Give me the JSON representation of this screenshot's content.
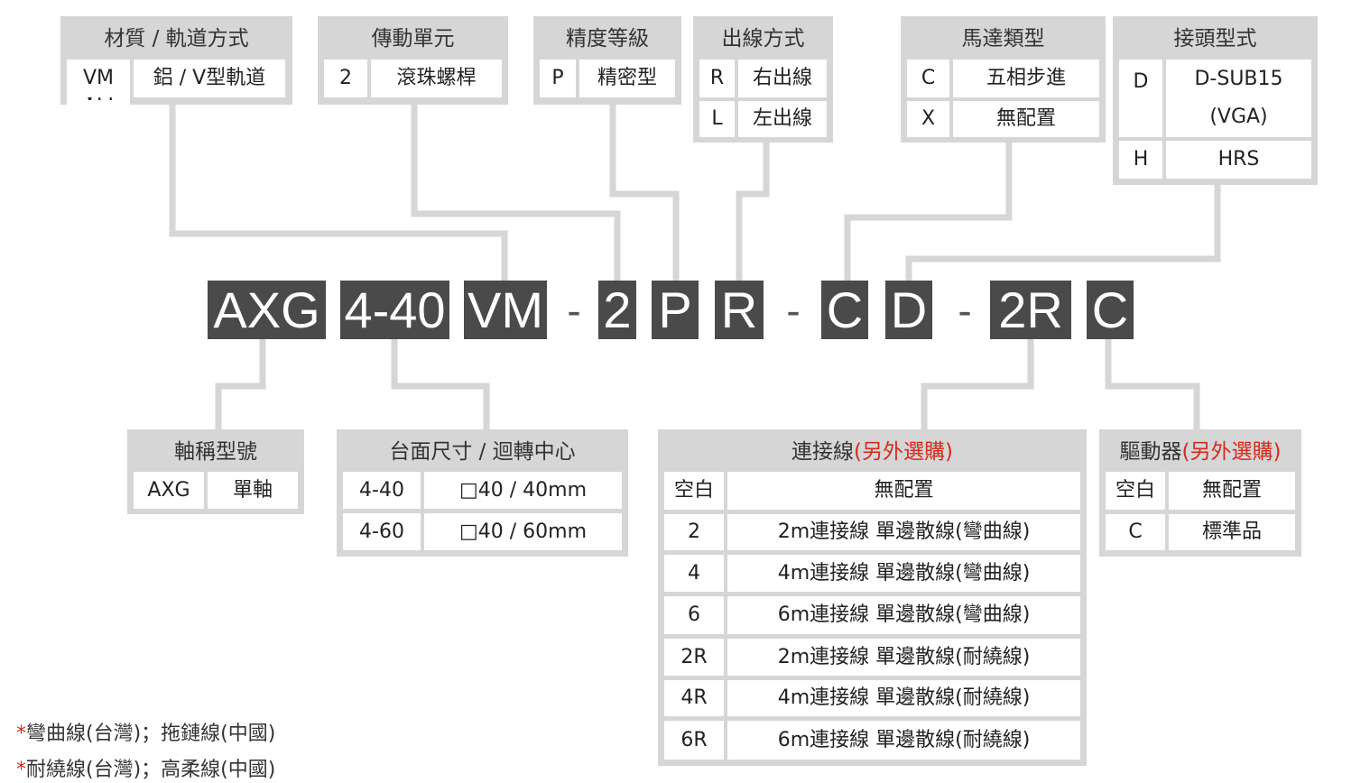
{
  "top_boxes": {
    "material": {
      "title": "材質 / 軌道方式",
      "rows": [
        [
          "VM",
          "鋁 / V型軌道"
        ]
      ]
    },
    "drive": {
      "title": "傳動單元",
      "rows": [
        [
          "2",
          "滾珠螺桿"
        ]
      ]
    },
    "precision": {
      "title": "精度等級",
      "rows": [
        [
          "P",
          "精密型"
        ]
      ]
    },
    "outlet": {
      "title": "出線方式",
      "rows": [
        [
          "R",
          "右出線"
        ],
        [
          "L",
          "左出線"
        ]
      ]
    },
    "motor": {
      "title": "馬達類型",
      "rows": [
        [
          "C",
          "五相步進"
        ],
        [
          "X",
          "無配置"
        ]
      ]
    },
    "connector": {
      "title": "接頭型式",
      "rows": [
        [
          "D",
          "D-SUB15\n(VGA)"
        ],
        [
          "H",
          "HRS"
        ]
      ]
    }
  },
  "model_code": {
    "segments": [
      "AXG",
      "4-40",
      "VM",
      "2",
      "P",
      "R",
      "C",
      "D",
      "2R",
      "C"
    ],
    "separator": "-"
  },
  "bottom_boxes": {
    "axis": {
      "title": "軸稱型號",
      "rows": [
        [
          "AXG",
          "單軸"
        ]
      ]
    },
    "table_size": {
      "title": "台面尺寸 / 迴轉中心",
      "rows": [
        [
          "4-40",
          "□40 / 40mm"
        ],
        [
          "4-60",
          "□40 / 60mm"
        ]
      ]
    },
    "cable": {
      "title": "連接線",
      "title_note": "(另外選購)",
      "rows": [
        [
          "空白",
          "無配置"
        ],
        [
          "2",
          "2m連接線 單邊散線(彎曲線)"
        ],
        [
          "4",
          "4m連接線 單邊散線(彎曲線)"
        ],
        [
          "6",
          "6m連接線 單邊散線(彎曲線)"
        ],
        [
          "2R",
          "2m連接線 單邊散線(耐繞線)"
        ],
        [
          "4R",
          "4m連接線 單邊散線(耐繞線)"
        ],
        [
          "6R",
          "6m連接線 單邊散線(耐繞線)"
        ]
      ]
    },
    "driver": {
      "title": "驅動器",
      "title_note": "(另外選購)",
      "rows": [
        [
          "空白",
          "無配置"
        ],
        [
          "C",
          "標準品"
        ]
      ]
    }
  },
  "notes": [
    {
      "mark": "*",
      "text": "彎曲線(台灣)；拖鏈線(中國)"
    },
    {
      "mark": "*",
      "text": "耐繞線(台灣)；高柔線(中國)"
    }
  ],
  "colors": {
    "box_background": "#d6d6d6",
    "code_background": "#4a4a4a",
    "connector_line": "#d6d6d6",
    "highlight": "#d42b1e"
  }
}
